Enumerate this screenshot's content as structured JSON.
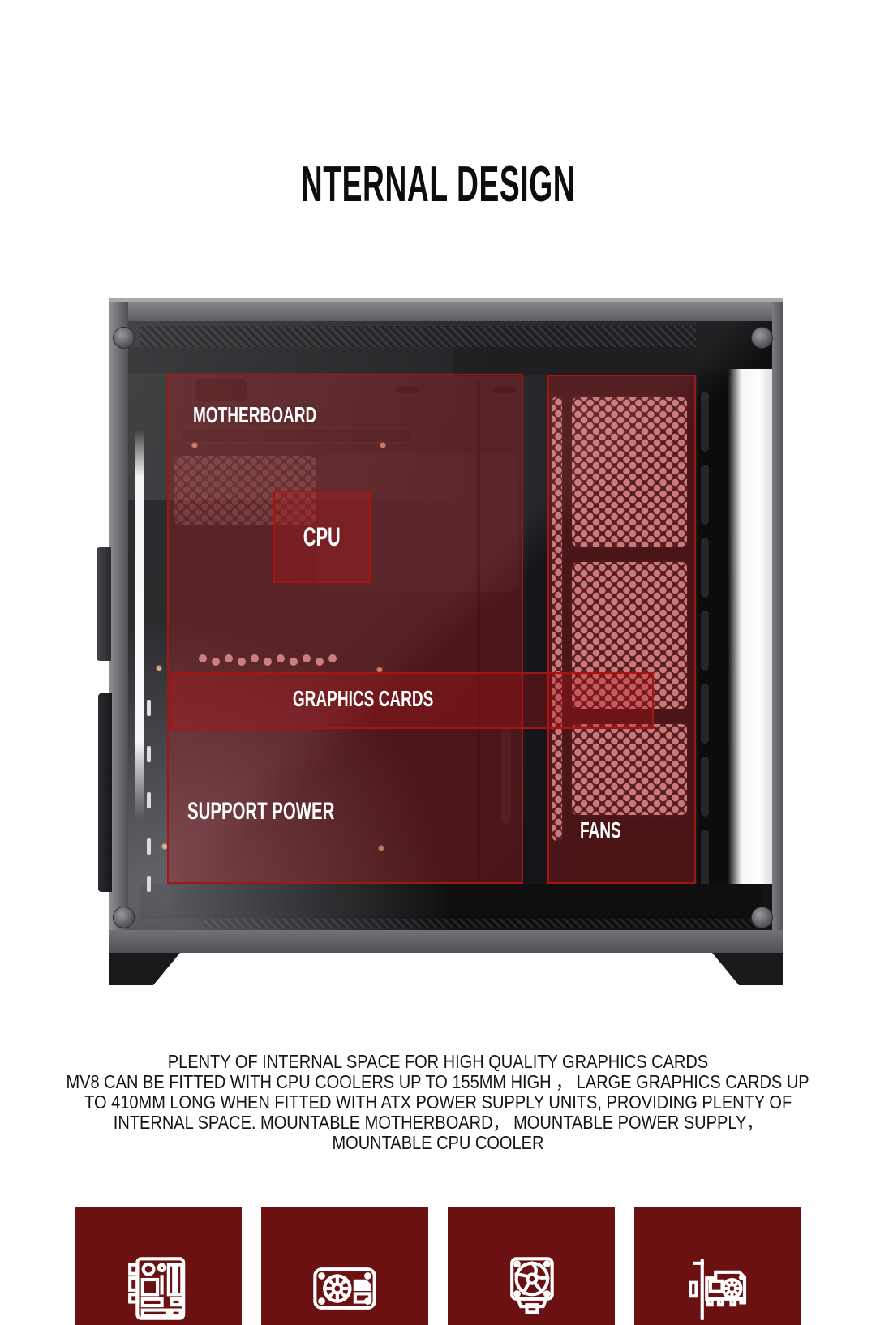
{
  "title": "NTERNAL DESIGN",
  "diagram": {
    "labels": {
      "motherboard": "MOTHERBOARD",
      "cpu": "CPU",
      "graphics_cards": "GRAPHICS CARDS",
      "support_power": "SUPPORT POWER",
      "fans": "FANS"
    }
  },
  "description": {
    "lines": [
      "PLENTY OF INTERNAL SPACE FOR HIGH QUALITY GRAPHICS CARDS",
      "MV8 CAN BE FITTED WITH CPU COOLERS UP TO 155MM HIGH ， LARGE GRAPHICS CARDS UP",
      "TO 410MM LONG WHEN FITTED WITH ATX POWER SUPPLY UNITS, PROVIDING PLENTY OF",
      "INTERNAL SPACE. MOUNTABLE MOTHERBOARD， MOUNTABLE POWER SUPPLY，",
      "MOUNTABLE CPU COOLER"
    ]
  },
  "feature_tiles": [
    {
      "icon": "motherboard-icon"
    },
    {
      "icon": "power-supply-icon"
    },
    {
      "icon": "cpu-cooler-icon"
    },
    {
      "icon": "graphics-card-icon"
    }
  ],
  "colors": {
    "overlay_border": "#a61512",
    "overlay_fill": "rgba(193,20,22,0.30)",
    "tile_background": "#6b1111",
    "mesh_dot": "#cfa3a5",
    "label_text": "#ffffff",
    "title_text": "#0d0d0d"
  }
}
